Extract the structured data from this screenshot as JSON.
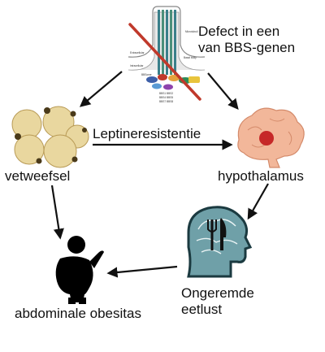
{
  "labels": {
    "defect": [
      "Defect in een",
      "van BBS-genen"
    ],
    "leptine": "Leptineresistentie",
    "vetweefsel": "vetweefsel",
    "hypothalamus": "hypothalamus",
    "ongeremde": [
      "Ongeremde",
      "eetlust"
    ],
    "obesitas": "abdominale obesitas"
  },
  "colors": {
    "cross": "#c0392b",
    "fat_cell": "#e9d79f",
    "brain": "#f2b79a",
    "brain_spot": "#c62828",
    "head": "#6fa0a8",
    "arrow": "#111111"
  },
  "icons": {
    "cilium": "cilium-diagram-icon",
    "fat": "fat-cells-icon",
    "brain": "brain-icon",
    "head": "head-with-cutlery-icon",
    "person": "obese-person-icon"
  }
}
